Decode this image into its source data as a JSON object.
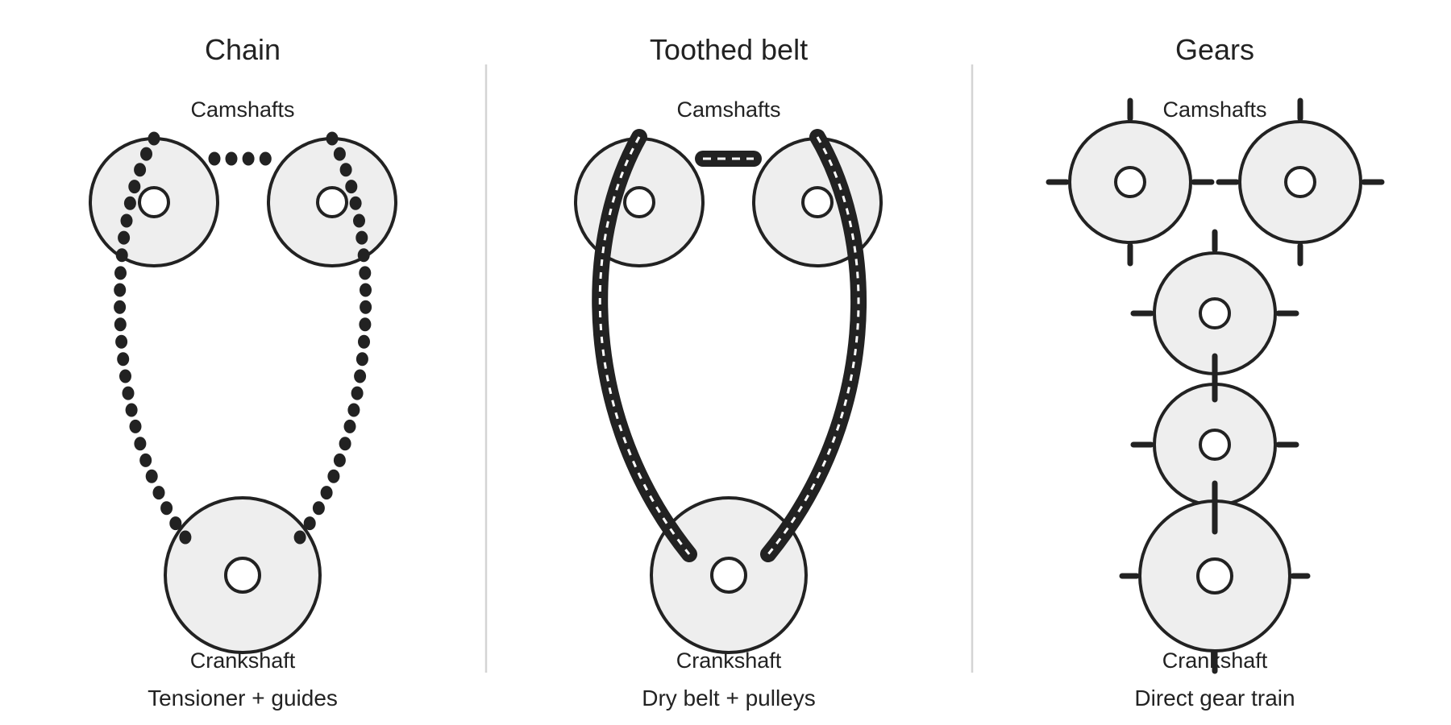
{
  "colors": {
    "ink": "#222222",
    "pulley_fill": "#eeeeee",
    "divider": "#d4d4d4",
    "background": "#ffffff"
  },
  "panels": [
    {
      "title": "Chain",
      "top_label": "Camshafts",
      "bottom_label": "Crankshaft",
      "caption": "Tensioner + guides",
      "drive_type": "chain",
      "camshaft_count": 2,
      "intermediate_gears": 0
    },
    {
      "title": "Toothed belt",
      "top_label": "Camshafts",
      "bottom_label": "Crankshaft",
      "caption": "Dry belt + pulleys",
      "drive_type": "belt",
      "camshaft_count": 2,
      "intermediate_gears": 0
    },
    {
      "title": "Gears",
      "top_label": "Camshafts",
      "bottom_label": "Crankshaft",
      "caption": "Direct gear train",
      "drive_type": "gears",
      "camshaft_count": 2,
      "intermediate_gears": 2
    }
  ]
}
